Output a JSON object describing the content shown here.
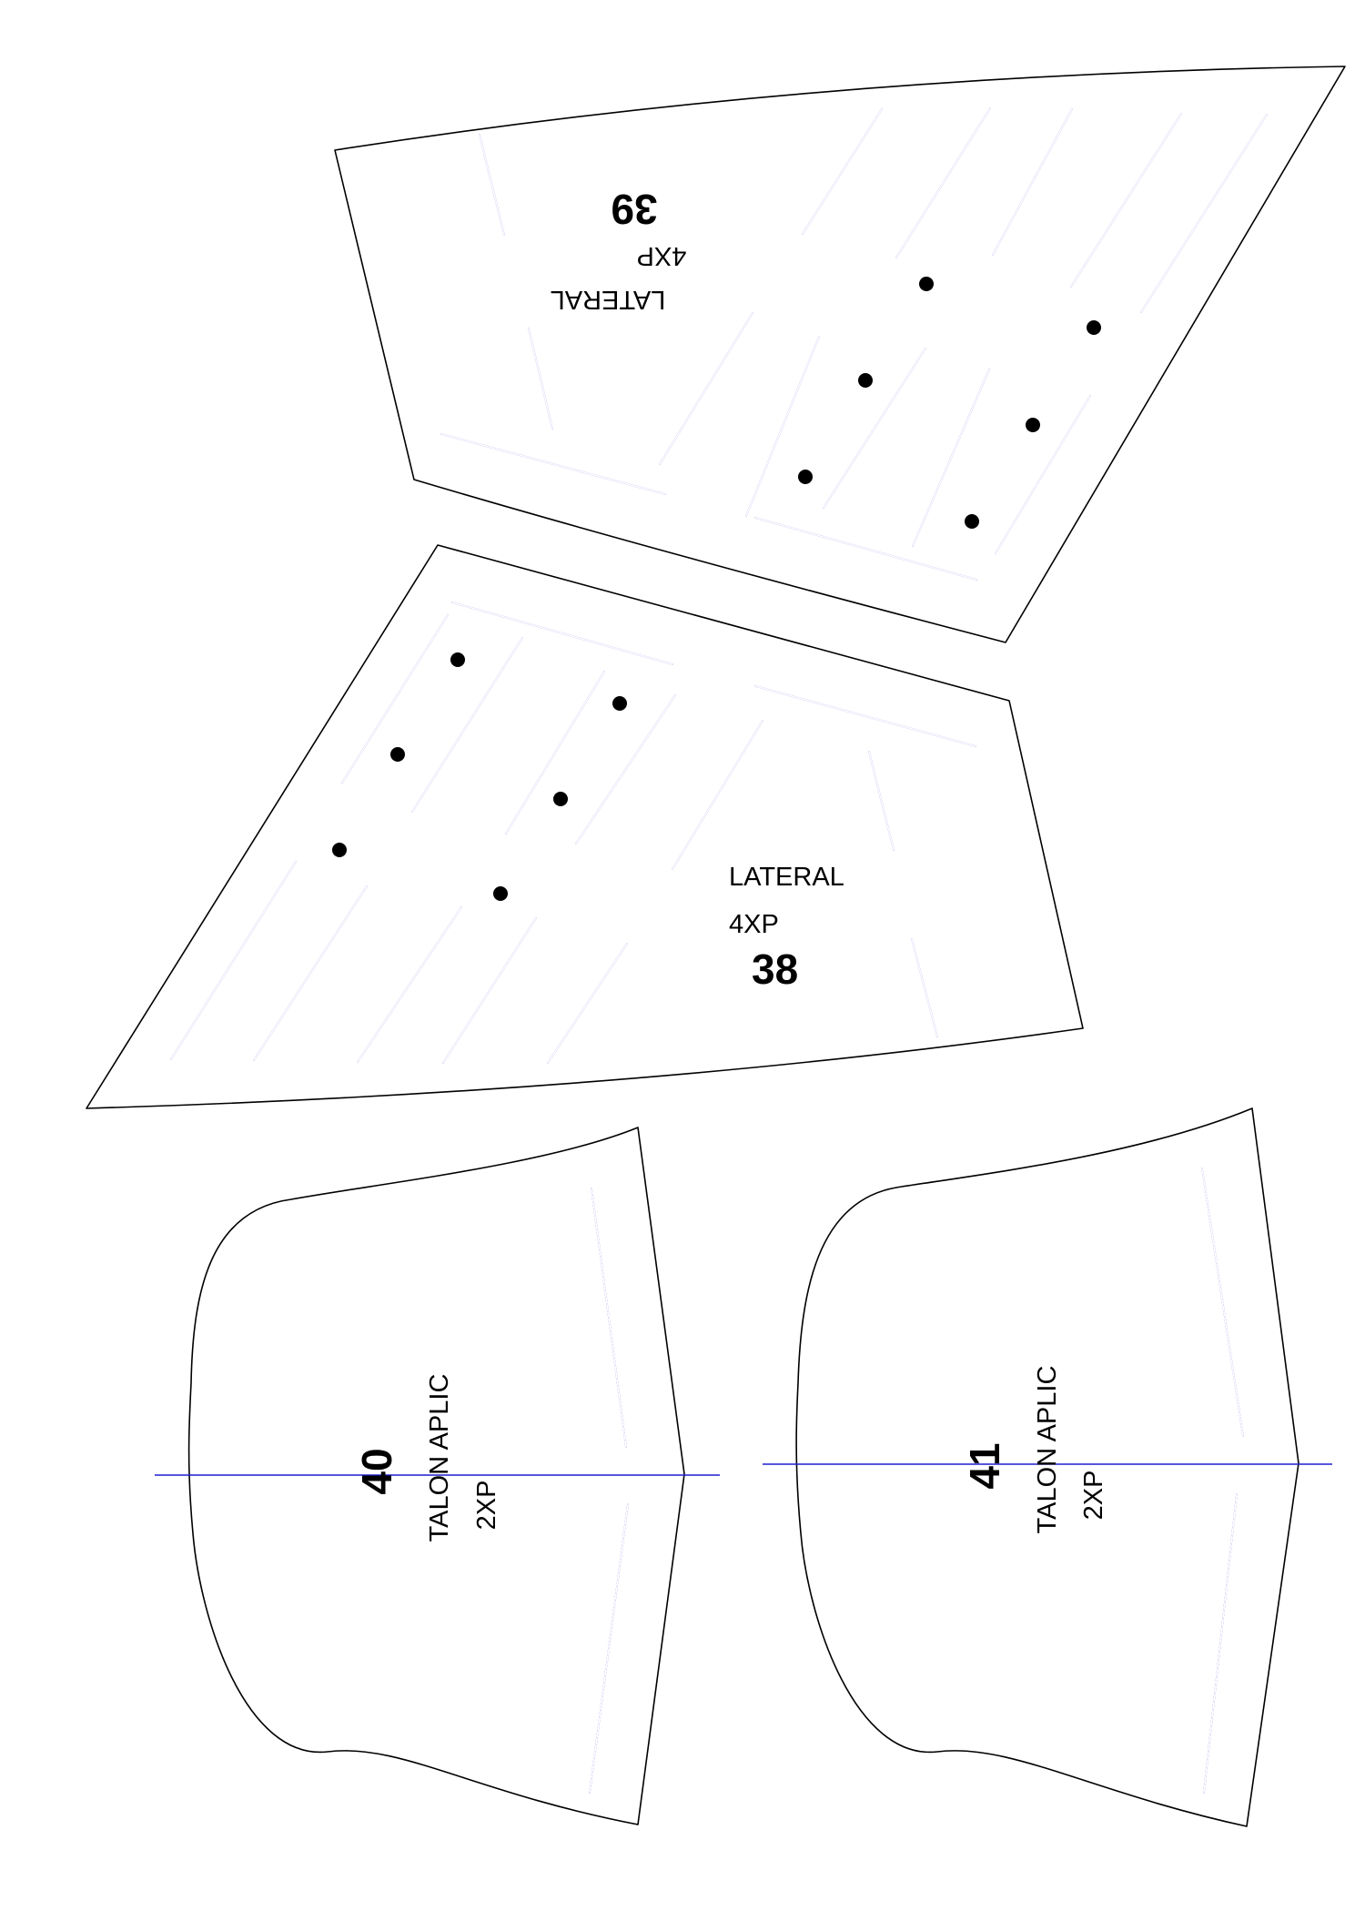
{
  "colors": {
    "outline": "#000000",
    "slot": "#1f1fd0",
    "guide": "#1f1fd0",
    "dot": "#000000",
    "text": "#000000"
  },
  "pieces": {
    "p39": {
      "name": "LATERAL",
      "qty": "4XP",
      "number": "39"
    },
    "p38": {
      "name": "LATERAL",
      "qty": "4XP",
      "number": "38"
    },
    "p40": {
      "number": "40",
      "name": "TALON APLIC",
      "qty": "2XP"
    },
    "p41": {
      "number": "41",
      "name": "TALON APLIC",
      "qty": "2XP"
    }
  }
}
